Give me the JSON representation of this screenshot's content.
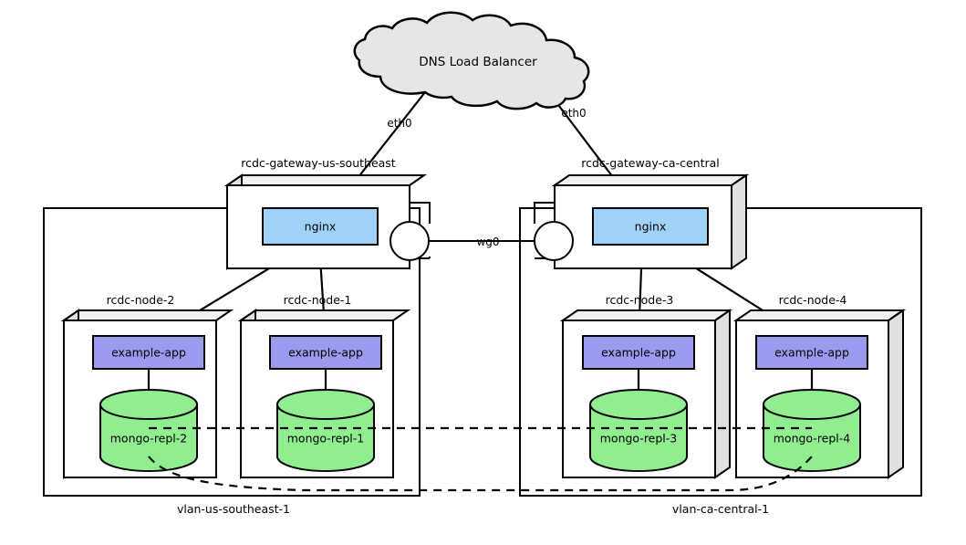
{
  "diagram": {
    "title_label": "DNS Load Balancer",
    "colors": {
      "cloud_fill": "#e6e6e6",
      "box_face": "#ffffff",
      "box_top": "#f0f0f0",
      "box_side": "#e0e0e0",
      "nginx_fill": "#a0d2f7",
      "app_fill": "#9a9aee",
      "mongo_fill": "#90ee90",
      "stroke": "#000000"
    },
    "cloud": {
      "label": "DNS Load Balancer"
    },
    "interfaces": {
      "eth0_left": "eth0",
      "eth0_right": "eth0",
      "wg0": "wg0"
    },
    "gateways": [
      {
        "id": "gateway-us-southeast",
        "label": "rcdc-gateway-us-southeast",
        "service_label": "nginx"
      },
      {
        "id": "gateway-ca-central",
        "label": "rcdc-gateway-ca-central",
        "service_label": "nginx"
      }
    ],
    "vlans": [
      {
        "id": "vlan-us-southeast-1",
        "label": "vlan-us-southeast-1"
      },
      {
        "id": "vlan-ca-central-1",
        "label": "vlan-ca-central-1"
      }
    ],
    "nodes": [
      {
        "id": "rcdc-node-2",
        "label": "rcdc-node-2",
        "app_label": "example-app",
        "db_label": "mongo-repl-2"
      },
      {
        "id": "rcdc-node-1",
        "label": "rcdc-node-1",
        "app_label": "example-app",
        "db_label": "mongo-repl-1"
      },
      {
        "id": "rcdc-node-3",
        "label": "rcdc-node-3",
        "app_label": "example-app",
        "db_label": "mongo-repl-3"
      },
      {
        "id": "rcdc-node-4",
        "label": "rcdc-node-4",
        "app_label": "example-app",
        "db_label": "mongo-repl-4"
      }
    ]
  }
}
